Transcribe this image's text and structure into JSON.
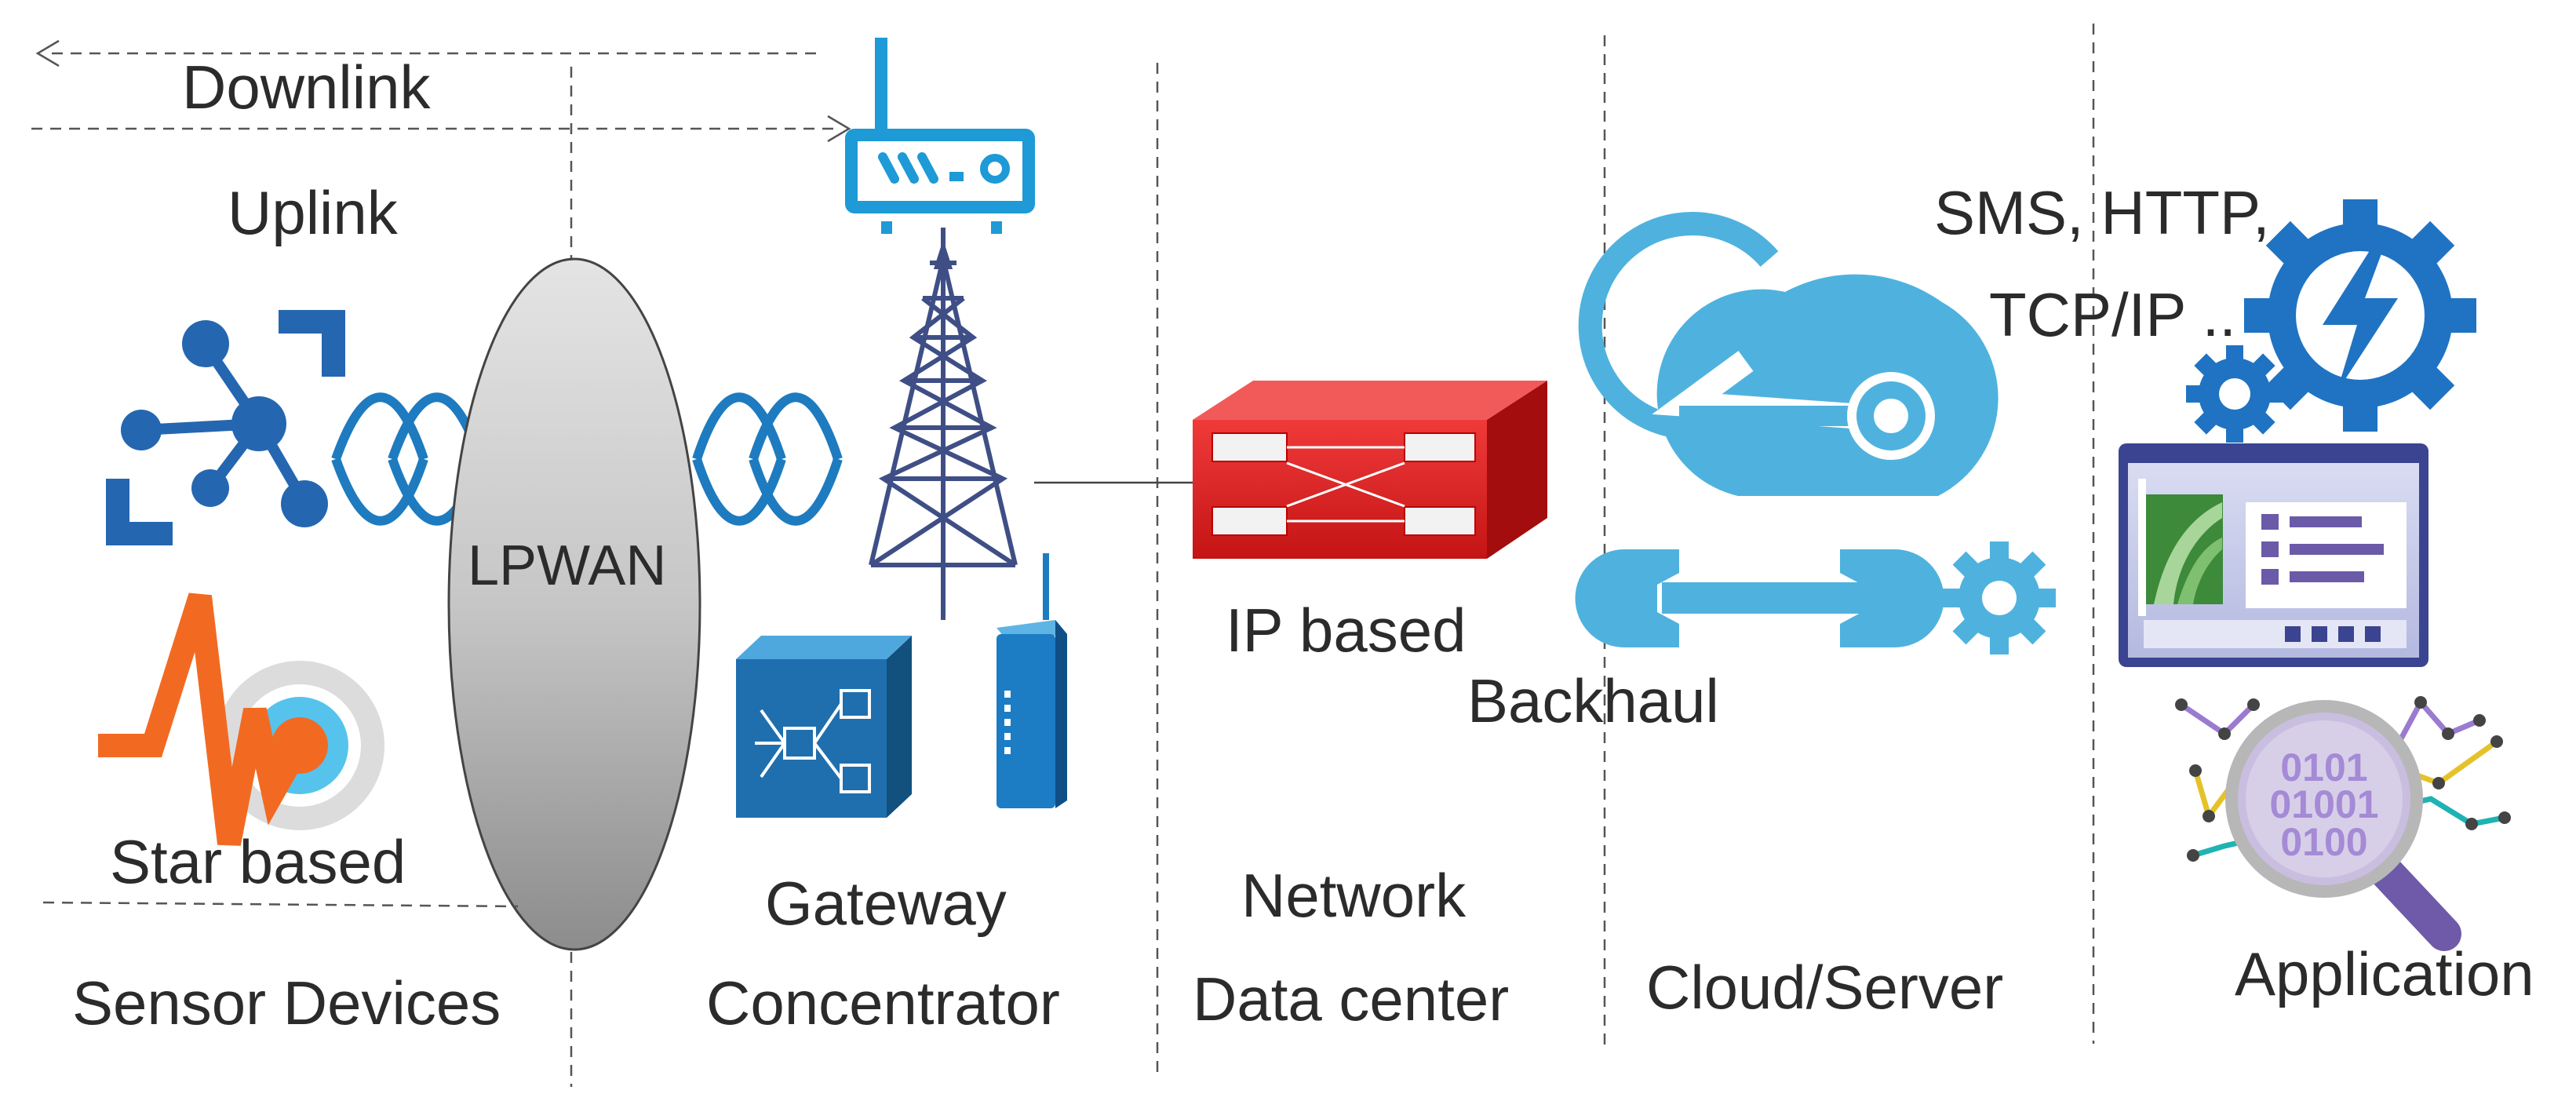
{
  "labels": {
    "downlink": "Downlink",
    "uplink": "Uplink",
    "lpwan": "LPWAN",
    "star_based": "Star based",
    "sensor_devices": "Sensor Devices",
    "gateway": "Gateway",
    "concentrator": "Concentrator",
    "ip_based": "IP based",
    "backhaul": "Backhaul",
    "network": "Network",
    "data_center": "Data center",
    "cloud_server": "Cloud/Server",
    "protocols_line1": "SMS, HTTP,",
    "protocols_line2": "TCP/IP ..",
    "application": "Application",
    "binary_1": "0101",
    "binary_2": "01001",
    "binary_3": "0100"
  },
  "colors": {
    "text": "#2b2b2b",
    "sensor_blue": "#2566b0",
    "signal_blue": "#1e7bbf",
    "router_cyan": "#1e9ad6",
    "tower_navy": "#3f4f86",
    "switch_blue": "#1f6fae",
    "datacenter_red": "#e52222",
    "cloud_blue": "#4fb2de",
    "gear_blue": "#1f73c2",
    "pulse_orange": "#f26a22",
    "app_purple": "#6b5aa8",
    "magnifier_purple": "#9a7bd0"
  },
  "icons": {
    "sensor_network": "network-hub-icon",
    "sensor_pulse": "pulse-sensor-icon",
    "router": "router-icon",
    "tower": "antenna-tower-icon",
    "switch": "network-switch-icon",
    "radio": "radio-transmitter-icon",
    "datacenter": "datacenter-switch-icon",
    "cloud": "cloud-icon",
    "tools": "wrench-gear-icon",
    "gears": "gears-lightning-icon",
    "app_window": "application-window-icon",
    "analytics": "data-analytics-icon"
  }
}
